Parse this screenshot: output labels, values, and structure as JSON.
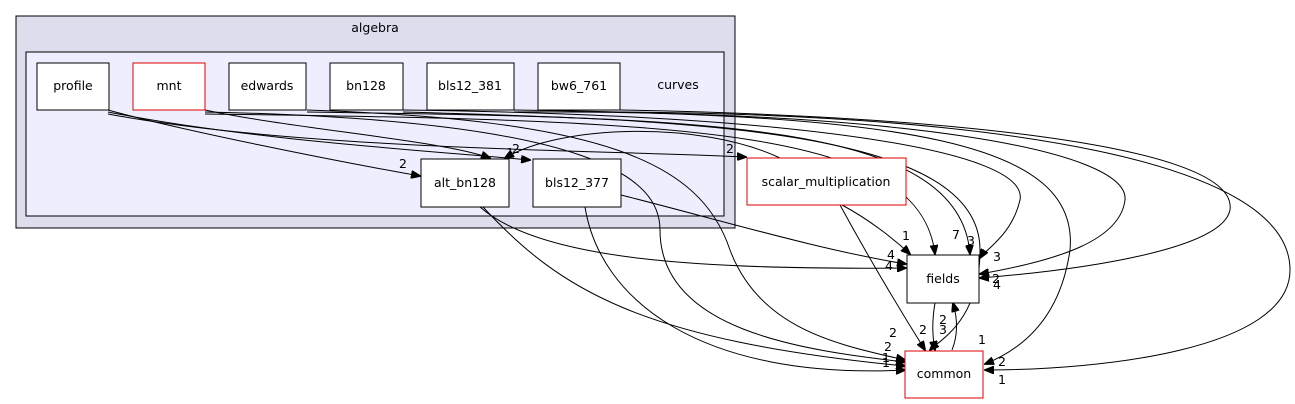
{
  "clusters": {
    "outer_label": "algebra",
    "inner_label": "curves"
  },
  "nodes": {
    "profile": "profile",
    "mnt": "mnt",
    "edwards": "edwards",
    "bn128": "bn128",
    "bls12_381": "bls12_381",
    "bw6_761": "bw6_761",
    "alt_bn128": "alt_bn128",
    "bls12_377": "bls12_377",
    "scalar_multiplication": "scalar_multiplication",
    "fields": "fields",
    "common": "common"
  },
  "edge_labels": {
    "to_alt_bn128": "2",
    "to_bls12_377_a": "1",
    "to_bls12_377_b": "2",
    "to_scalar_mult": "2",
    "scalar_to_fields": "1",
    "to_fields_7": "7",
    "to_fields_3a": "3",
    "to_fields_3b": "3",
    "to_fields_4a": "4",
    "to_fields_4b": "4",
    "to_fields_4c": "4",
    "to_fields_2": "2",
    "fields_to_common": "3",
    "common_to_fields": "2",
    "to_common_2a": "2",
    "to_common_2b": "2",
    "to_common_1a": "1",
    "to_common_1b": "1",
    "to_common_1c": "1",
    "to_common_2c": "2",
    "to_common_1d": "1",
    "to_common_2d": "2"
  },
  "colors": {
    "outer_cluster_fill": "#ddddee",
    "inner_cluster_fill": "#eeeeff",
    "highlight_border": "#e00000"
  }
}
